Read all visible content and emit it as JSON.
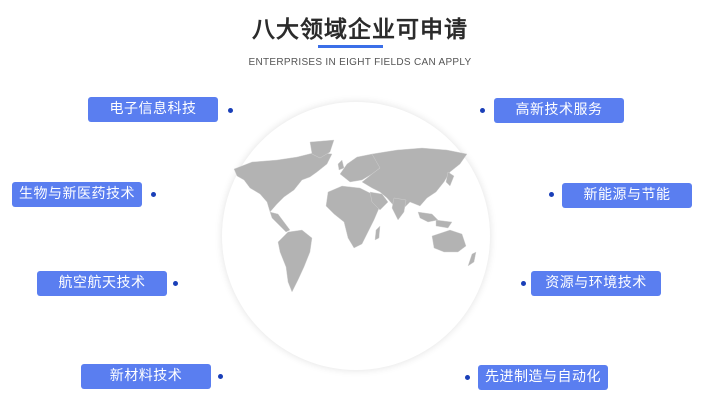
{
  "header": {
    "title": "八大领域企业可申请",
    "subtitle": "ENTERPRISES IN EIGHT FIELDS CAN APPLY",
    "underline_color": "#3b6fe8"
  },
  "colors": {
    "box_fill": "#5a7ef0",
    "box_text": "#ffffff",
    "dot": "#1a3fb8",
    "map_land": "#b3b3b3"
  },
  "center_graphic": {
    "icon": "world-map-icon"
  },
  "fields": [
    {
      "label": "电子信息科技",
      "side": "left"
    },
    {
      "label": "生物与新医药技术",
      "side": "left"
    },
    {
      "label": "航空航天技术",
      "side": "left"
    },
    {
      "label": "新材料技术",
      "side": "left"
    },
    {
      "label": "高新技术服务",
      "side": "right"
    },
    {
      "label": "新能源与节能",
      "side": "right"
    },
    {
      "label": "资源与环境技术",
      "side": "right"
    },
    {
      "label": "先进制造与自动化",
      "side": "right"
    }
  ]
}
